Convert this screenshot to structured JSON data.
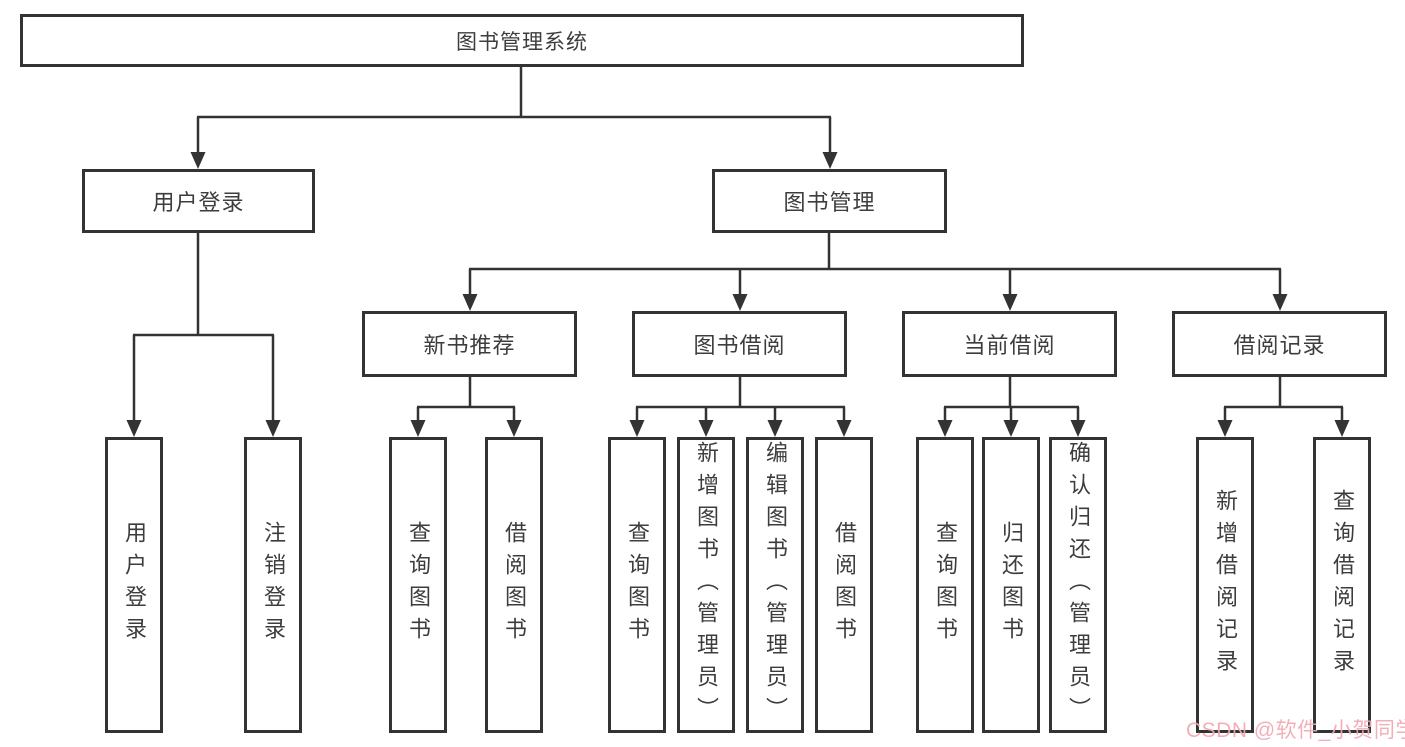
{
  "root": {
    "label": "图书管理系统"
  },
  "branches": {
    "user_login": {
      "label": "用户登录",
      "children": [
        {
          "label": "用户登录"
        },
        {
          "label": "注销登录"
        }
      ]
    },
    "book_management": {
      "label": "图书管理",
      "sections": [
        {
          "label": "新书推荐",
          "children": [
            {
              "label": "查询图书"
            },
            {
              "label": "借阅图书"
            }
          ]
        },
        {
          "label": "图书借阅",
          "children": [
            {
              "label": "查询图书"
            },
            {
              "label": "新增图书（管理员）"
            },
            {
              "label": "编辑图书（管理员）"
            },
            {
              "label": "借阅图书"
            }
          ]
        },
        {
          "label": "当前借阅",
          "children": [
            {
              "label": "查询图书"
            },
            {
              "label": "归还图书"
            },
            {
              "label": "确认归还（管理员）"
            }
          ]
        },
        {
          "label": "借阅记录",
          "children": [
            {
              "label": "新增借阅记录"
            },
            {
              "label": "查询借阅记录"
            }
          ]
        }
      ]
    }
  },
  "watermark": {
    "text": "CSDN @软件_小贺同学"
  },
  "colors": {
    "line": "#333333",
    "text": "#3d3d3d",
    "watermark": "#f2a9b3",
    "background": "#ffffff"
  }
}
